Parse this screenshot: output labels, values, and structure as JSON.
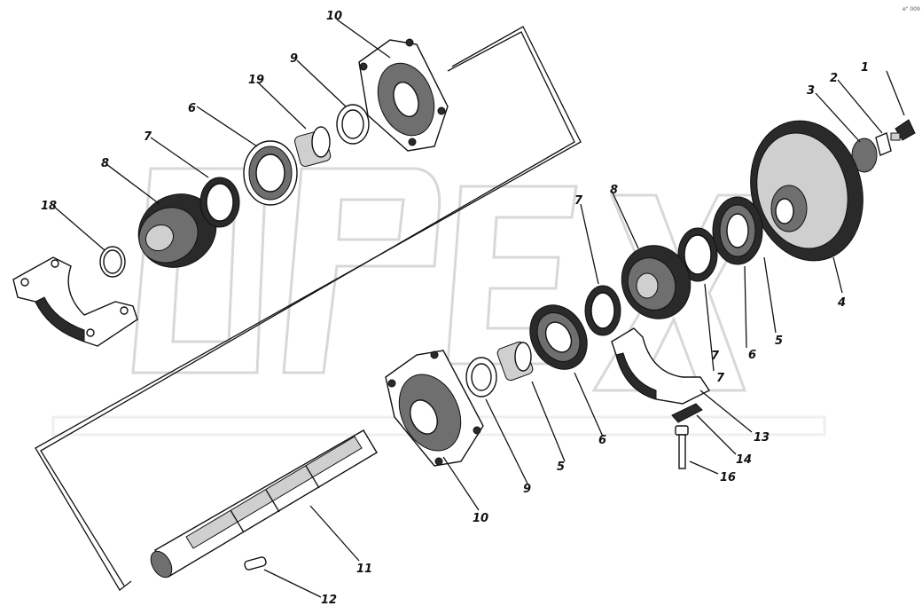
{
  "watermark": "OPEX",
  "corner_code": "e\" 009",
  "callouts": [
    {
      "id": "c1",
      "text": "1"
    },
    {
      "id": "c2",
      "text": "2"
    },
    {
      "id": "c3",
      "text": "3"
    },
    {
      "id": "c4",
      "text": "4"
    },
    {
      "id": "c5a",
      "text": "5"
    },
    {
      "id": "c5b",
      "text": "5"
    },
    {
      "id": "c6a",
      "text": "6"
    },
    {
      "id": "c6b",
      "text": "6"
    },
    {
      "id": "c6c",
      "text": "6"
    },
    {
      "id": "c7a",
      "text": "7"
    },
    {
      "id": "c7b",
      "text": "7"
    },
    {
      "id": "c7c",
      "text": "7"
    },
    {
      "id": "c7d",
      "text": "7"
    },
    {
      "id": "c8a",
      "text": "8"
    },
    {
      "id": "c8b",
      "text": "8"
    },
    {
      "id": "c9a",
      "text": "9"
    },
    {
      "id": "c9b",
      "text": "9"
    },
    {
      "id": "c10a",
      "text": "10"
    },
    {
      "id": "c10b",
      "text": "10"
    },
    {
      "id": "c11",
      "text": "11"
    },
    {
      "id": "c12",
      "text": "12"
    },
    {
      "id": "c13",
      "text": "13"
    },
    {
      "id": "c14",
      "text": "14"
    },
    {
      "id": "c16",
      "text": "16"
    },
    {
      "id": "c18",
      "text": "18"
    },
    {
      "id": "c19",
      "text": "19"
    }
  ]
}
